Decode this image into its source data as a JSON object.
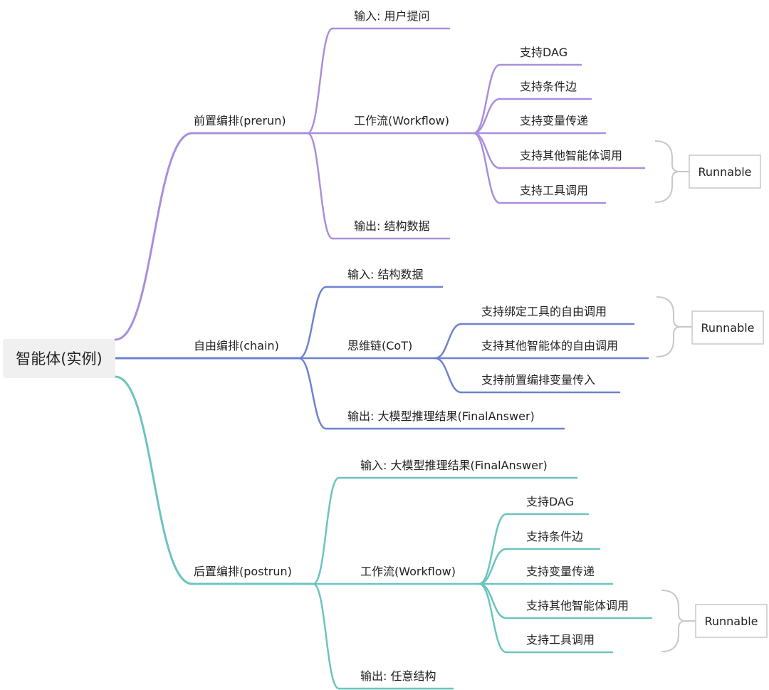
{
  "colors": {
    "purple": "#a98fdc",
    "blue": "#6f82cf",
    "teal": "#6cc4bd",
    "bracket": "#c8c8c8",
    "root_bg": "#f0f0f0"
  },
  "root": {
    "label": "智能体(实例)"
  },
  "branches": [
    {
      "label": "前置编排(prerun)",
      "color": "purple",
      "children": [
        {
          "label": "输入: 用户提问"
        },
        {
          "label": "工作流(Workflow)",
          "children": [
            {
              "label": "支持DAG"
            },
            {
              "label": "支持条件边"
            },
            {
              "label": "支持变量传递"
            },
            {
              "label": "支持其他智能体调用"
            },
            {
              "label": "支持工具调用"
            }
          ],
          "group": {
            "label": "Runnable",
            "covers": [
              "支持其他智能体调用",
              "支持工具调用"
            ]
          }
        },
        {
          "label": "输出: 结构数据"
        }
      ]
    },
    {
      "label": "自由编排(chain)",
      "color": "blue",
      "children": [
        {
          "label": "输入: 结构数据"
        },
        {
          "label": "思维链(CoT)",
          "children": [
            {
              "label": "支持绑定工具的自由调用"
            },
            {
              "label": "支持其他智能体的自由调用"
            },
            {
              "label": "支持前置编排变量传入"
            }
          ],
          "group": {
            "label": "Runnable",
            "covers": [
              "支持绑定工具的自由调用",
              "支持其他智能体的自由调用"
            ]
          }
        },
        {
          "label": "输出: 大模型推理结果(FinalAnswer)"
        }
      ]
    },
    {
      "label": "后置编排(postrun)",
      "color": "teal",
      "children": [
        {
          "label": "输入: 大模型推理结果(FinalAnswer)"
        },
        {
          "label": "工作流(Workflow)",
          "children": [
            {
              "label": "支持DAG"
            },
            {
              "label": "支持条件边"
            },
            {
              "label": "支持变量传递"
            },
            {
              "label": "支持其他智能体调用"
            },
            {
              "label": "支持工具调用"
            }
          ],
          "group": {
            "label": "Runnable",
            "covers": [
              "支持其他智能体调用",
              "支持工具调用"
            ]
          }
        },
        {
          "label": "输出: 任意结构"
        }
      ]
    }
  ]
}
